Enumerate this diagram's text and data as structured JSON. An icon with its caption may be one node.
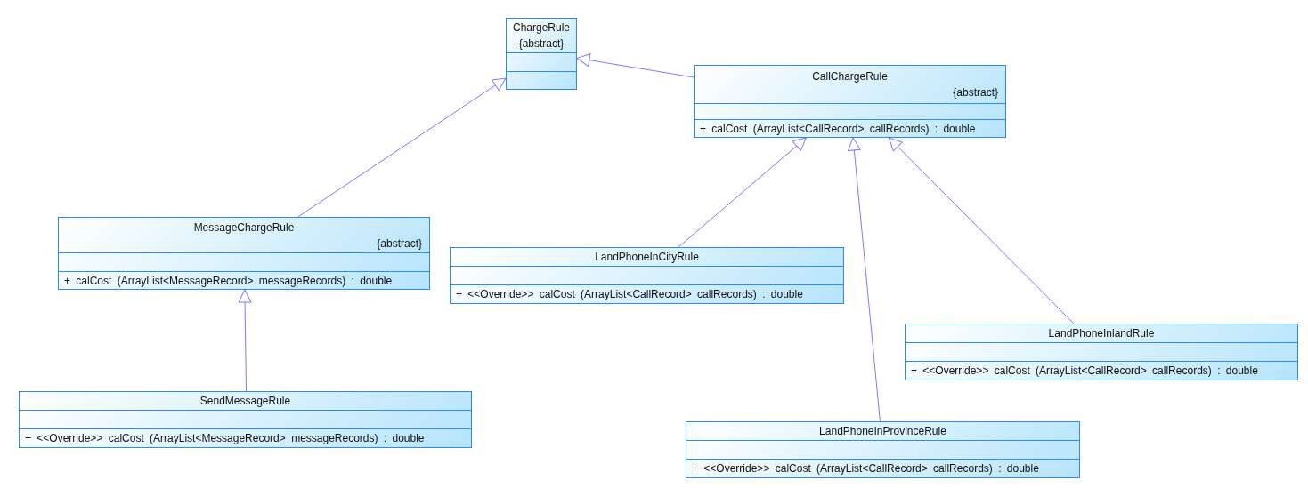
{
  "diagram": {
    "nodes": [
      {
        "text": [
          "ChargeRule",
          "{abstract}"
        ]
      },
      {
        "text": [
          "CallChargeRule",
          "{abstract}",
          "+ calCost (ArrayList<CallRecord> callRecords) : double"
        ]
      },
      {
        "text": [
          "MessageChargeRule",
          "{abstract}",
          "+ calCost (ArrayList<MessageRecord> messageRecords) : double"
        ]
      },
      {
        "text": [
          "LandPhoneInCityRule",
          "+ <<Override>> calCost (ArrayList<CallRecord> callRecords) : double"
        ]
      },
      {
        "text": [
          "LandPhoneInlandRule",
          "+ <<Override>> calCost (ArrayList<CallRecord> callRecords) : double"
        ]
      },
      {
        "text": [
          "SendMessageRule",
          "+ <<Override>> calCost (ArrayList<MessageRecord> messageRecords) : double"
        ]
      },
      {
        "text": [
          "LandPhoneInProvinceRule",
          "+ <<Override>> calCost (ArrayList<CallRecord> callRecords) : double"
        ]
      }
    ],
    "edges": [
      {
        "from": 1,
        "to": 0,
        "arrow": "to"
      },
      {
        "from": 2,
        "to": 0,
        "arrow": "to"
      },
      {
        "from": 5,
        "to": 2,
        "arrow": "to"
      },
      {
        "from": 3,
        "to": 1,
        "arrow": "to"
      },
      {
        "from": 6,
        "to": 1,
        "arrow": "to"
      },
      {
        "from": 4,
        "to": 1,
        "arrow": "to"
      }
    ]
  }
}
